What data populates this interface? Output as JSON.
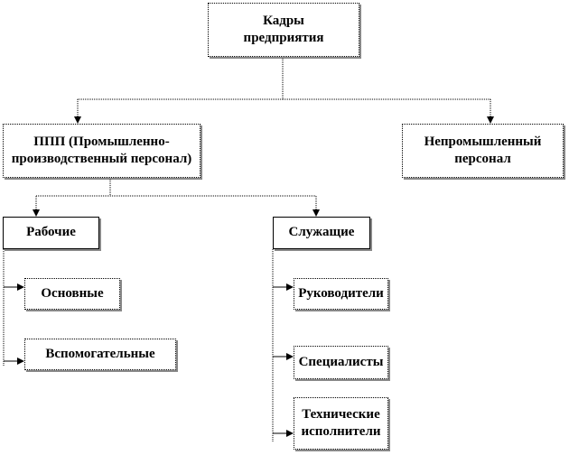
{
  "nodes": {
    "root": "Кадры предприятия",
    "ppp": "ППП (Промышленно-производственный персонал)",
    "nonind": "Непромышленный персонал",
    "workers": "Рабочие",
    "employees": "Служащие",
    "main": "Основные",
    "aux": "Вспомогательные",
    "managers": "Руководители",
    "specialists": "Специалисты",
    "tech": "Технические исполнители"
  }
}
